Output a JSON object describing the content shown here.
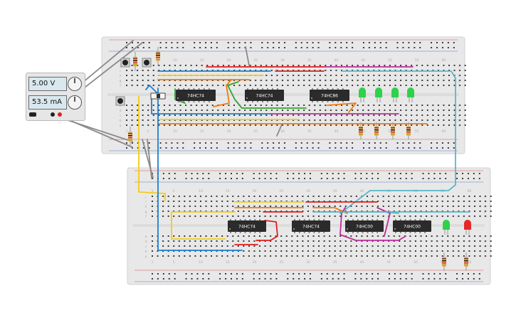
{
  "psu": {
    "voltage": "5.00 V",
    "current": "53.5 mA"
  },
  "chips_top": [
    "74HC74",
    "74HC74",
    "74HC86"
  ],
  "chips_bottom": [
    "74HC74",
    "74HC74",
    "74HC00",
    "74HC00"
  ],
  "row_letters_top": [
    "a",
    "b",
    "c",
    "d",
    "e",
    "f",
    "g",
    "h",
    "i",
    "j"
  ],
  "row_letters_bottom": [
    "a",
    "b",
    "c",
    "d",
    "e",
    "f",
    "g",
    "h",
    "i",
    "j"
  ],
  "col_numbers": [
    "1",
    "5",
    "10",
    "15",
    "20",
    "25",
    "30",
    "35",
    "40",
    "45",
    "50",
    "55",
    "60"
  ],
  "colors": {
    "board": "#e8e8e8",
    "board_edge": "#d2d2d2",
    "hole": "#3a3a3a",
    "rail_red": "#e05050",
    "rail_blue": "#5577cc",
    "chip": "#2b2b2b",
    "wire_red": "#e01e1e",
    "wire_orange": "#f07a10",
    "wire_yellow": "#f2cc1a",
    "wire_green": "#2fa52f",
    "wire_blue": "#1f7fd0",
    "wire_cyan": "#58b8c8",
    "wire_magenta": "#c02c9a",
    "wire_gray": "#8a8a8a",
    "led_green": "#2fd04a",
    "led_red": "#e42828"
  }
}
